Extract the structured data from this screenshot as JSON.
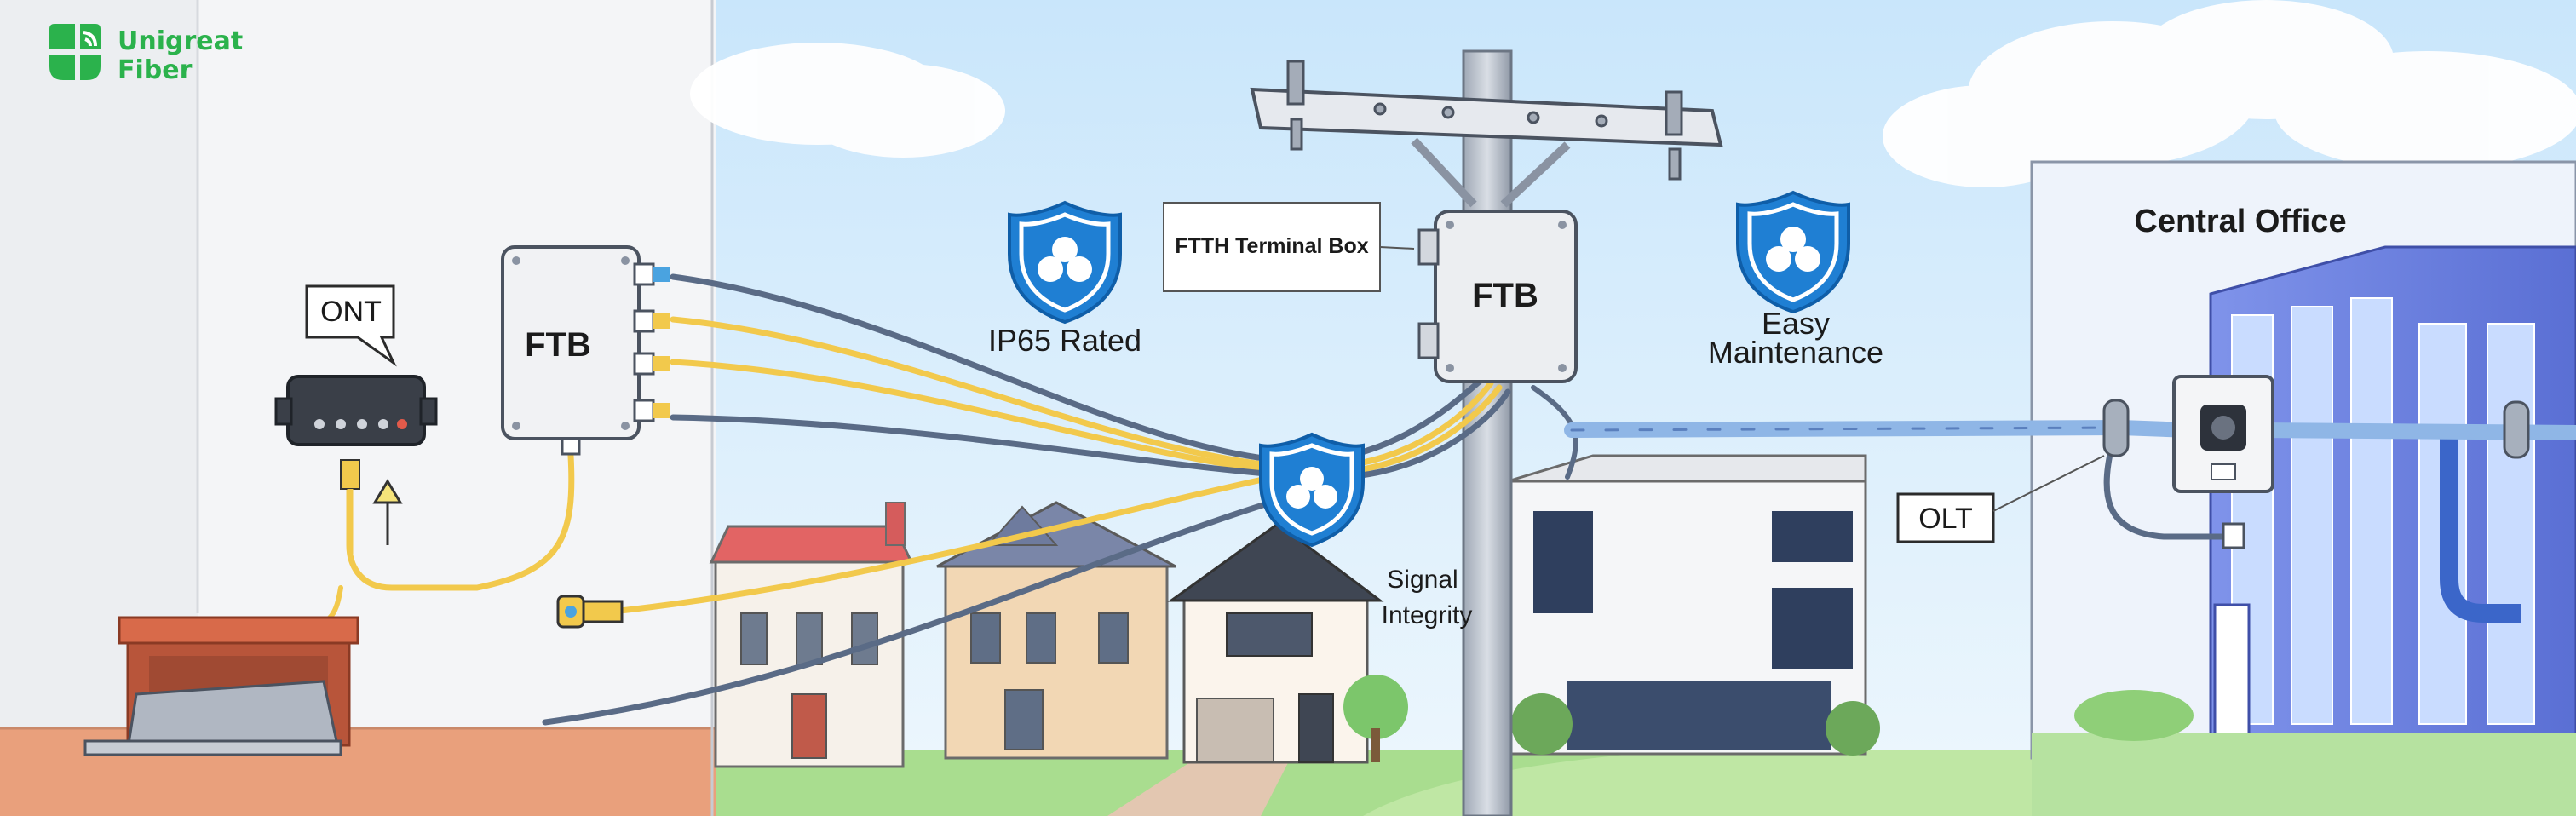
{
  "brand": {
    "name_line1": "Unigreat",
    "name_line2": "Fiber",
    "color": "#2bb24c"
  },
  "labels": {
    "ont": "ONT",
    "ftb_home": "FTB",
    "ftb_pole": "FTB",
    "ftth_terminal_box": "FTTH Terminal Box",
    "ip65": "IP65 Rated",
    "easy_line1": "Easy",
    "easy_line2": "Maintenance",
    "signal_line1": "Signal",
    "signal_line2": "Integrity",
    "central_office": "Central Office",
    "olt": "OLT"
  },
  "colors": {
    "shield": "#1f7fd3",
    "fiber_blue": "#8fb6e6",
    "fiber_yellow": "#f2c94c",
    "fiber_gray": "#5a6b86",
    "office_blue": "#6f86e0"
  }
}
